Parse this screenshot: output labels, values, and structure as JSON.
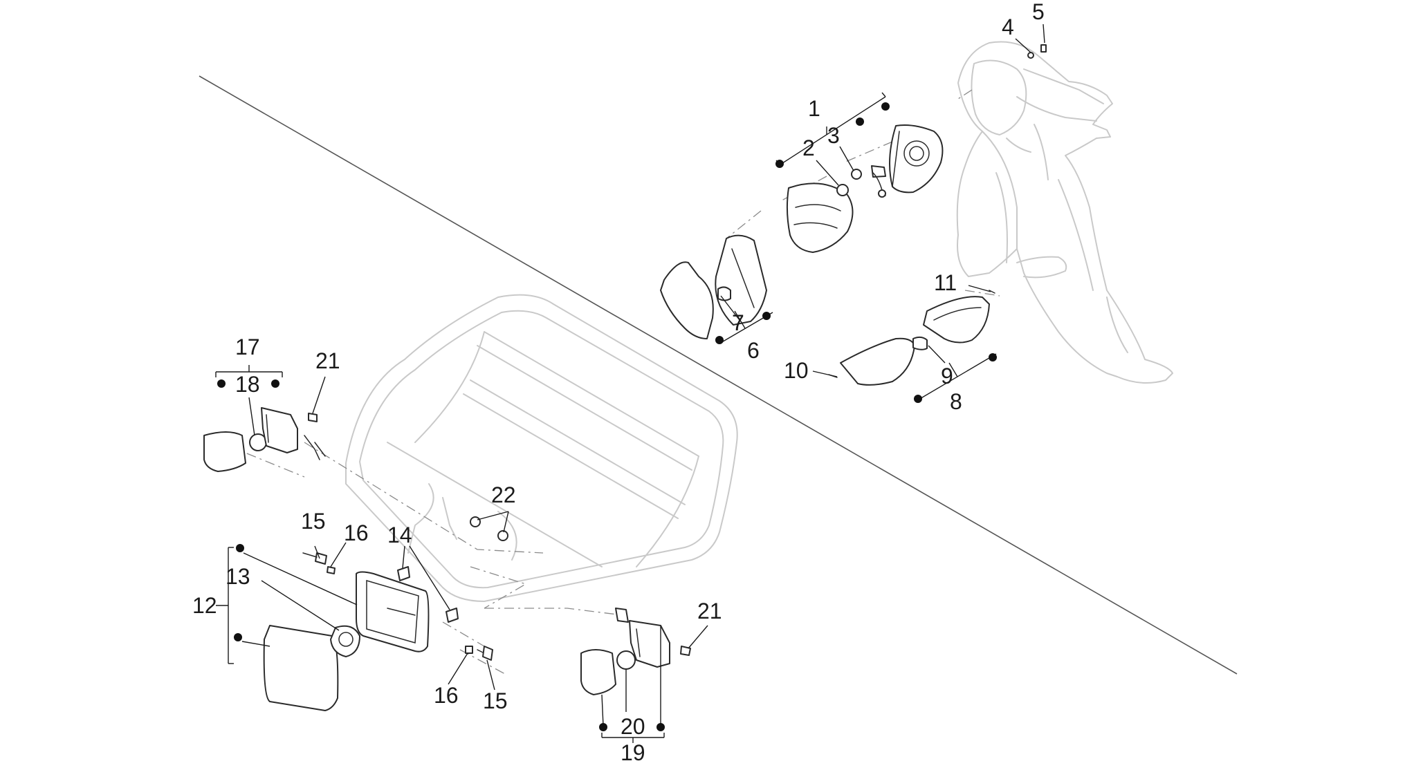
{
  "callouts": [
    {
      "id": "c1",
      "text": "1"
    },
    {
      "id": "c2",
      "text": "2"
    },
    {
      "id": "c3",
      "text": "3"
    },
    {
      "id": "c4",
      "text": "4"
    },
    {
      "id": "c5",
      "text": "5"
    },
    {
      "id": "c6",
      "text": "6"
    },
    {
      "id": "c7",
      "text": "7"
    },
    {
      "id": "c8",
      "text": "8"
    },
    {
      "id": "c9",
      "text": "9"
    },
    {
      "id": "c10",
      "text": "10"
    },
    {
      "id": "c11",
      "text": "11"
    },
    {
      "id": "c12",
      "text": "12"
    },
    {
      "id": "c13",
      "text": "13"
    },
    {
      "id": "c14",
      "text": "14"
    },
    {
      "id": "c15a",
      "text": "15"
    },
    {
      "id": "c15b",
      "text": "15"
    },
    {
      "id": "c16a",
      "text": "16"
    },
    {
      "id": "c16b",
      "text": "16"
    },
    {
      "id": "c17",
      "text": "17"
    },
    {
      "id": "c18",
      "text": "18"
    },
    {
      "id": "c19",
      "text": "19"
    },
    {
      "id": "c20",
      "text": "20"
    },
    {
      "id": "c21a",
      "text": "21"
    },
    {
      "id": "c21b",
      "text": "21"
    },
    {
      "id": "c22",
      "text": "22"
    }
  ],
  "colors": {
    "line": "#1a1a1a",
    "ghost": "#c9c9c9",
    "background": "#ffffff"
  }
}
